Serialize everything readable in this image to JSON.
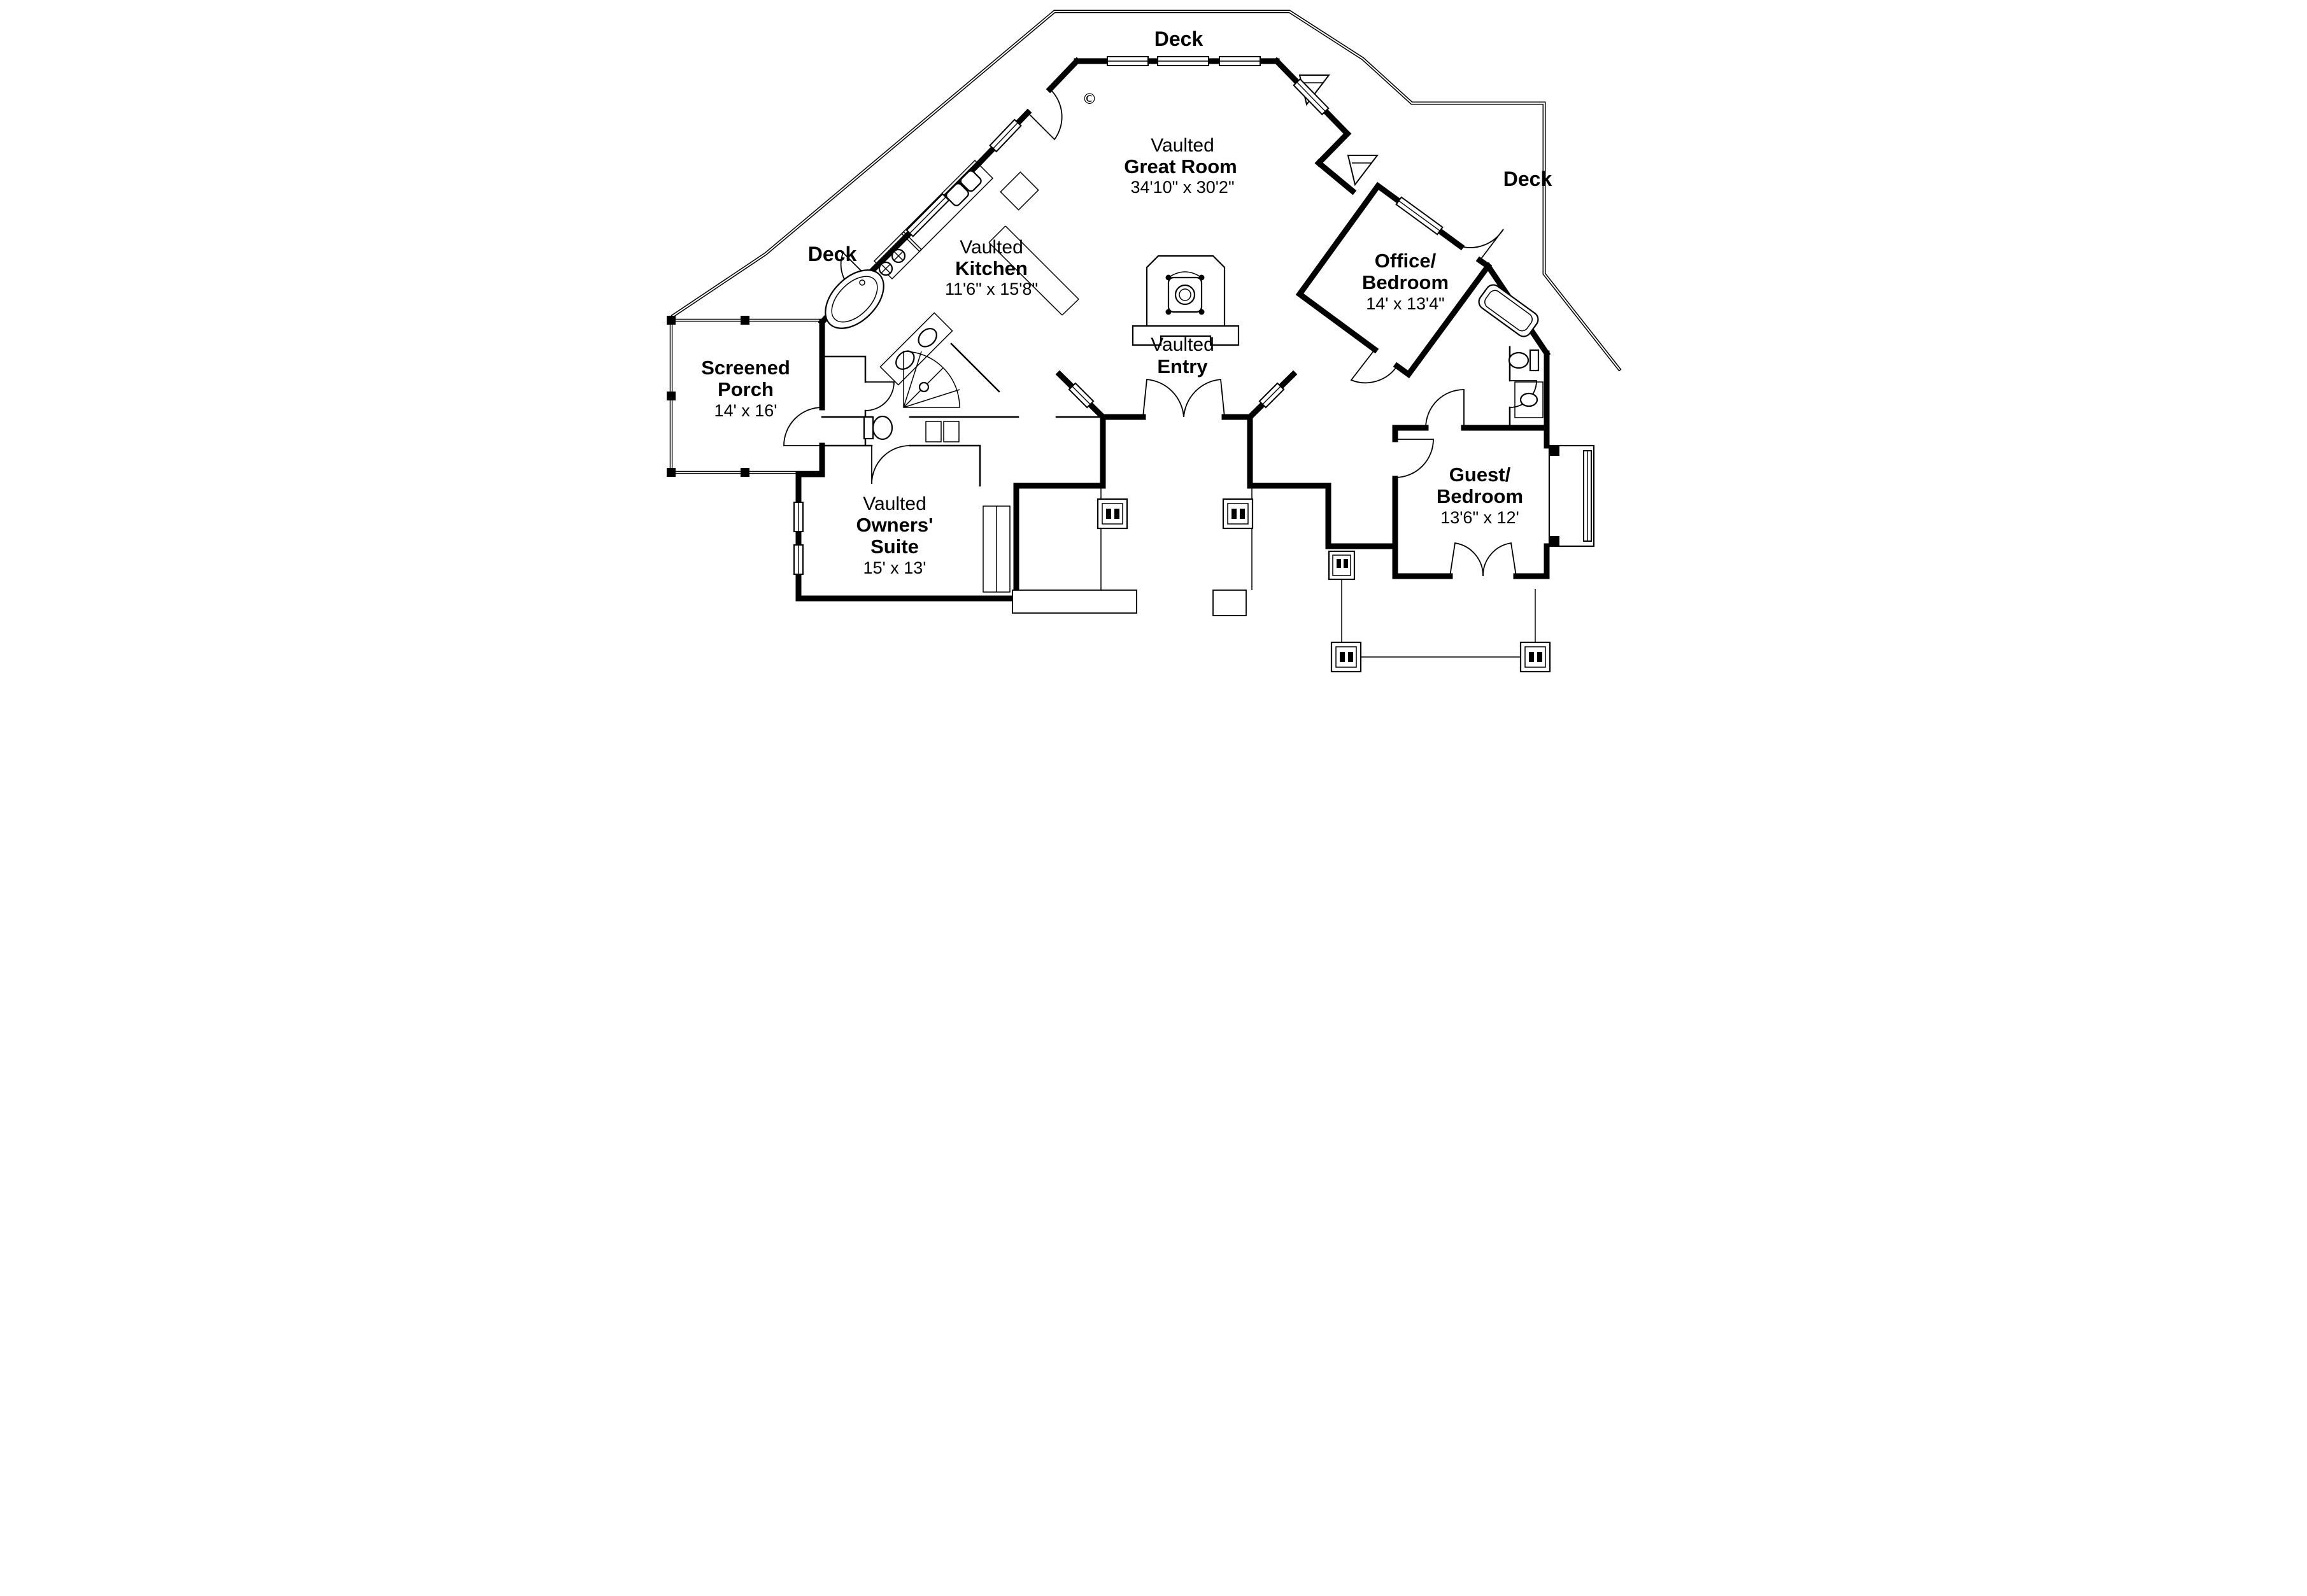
{
  "copyright_symbol": "©",
  "deck": {
    "label": "Deck"
  },
  "rooms": {
    "great_room": {
      "type_label": "Vaulted",
      "name": "Great Room",
      "dims": "34'10\" x 30'2\""
    },
    "kitchen": {
      "type_label": "Vaulted",
      "name": "Kitchen",
      "dims": "11'6\" x 15'8\""
    },
    "entry": {
      "type_label": "Vaulted",
      "name": "Entry"
    },
    "owners_suite": {
      "type_label": "Vaulted",
      "name_line1": "Owners'",
      "name_line2": "Suite",
      "dims": "15' x 13'"
    },
    "office_bedroom": {
      "name_line1": "Office/",
      "name_line2": "Bedroom",
      "dims": "14' x 13'4\""
    },
    "guest_bedroom": {
      "name_line1": "Guest/",
      "name_line2": "Bedroom",
      "dims": "13'6\" x 12'"
    },
    "screened_porch": {
      "name_line1": "Screened",
      "name_line2": "Porch",
      "dims": "14' x 16'"
    }
  },
  "colors": {
    "ink": "#000000",
    "paper": "#ffffff"
  }
}
